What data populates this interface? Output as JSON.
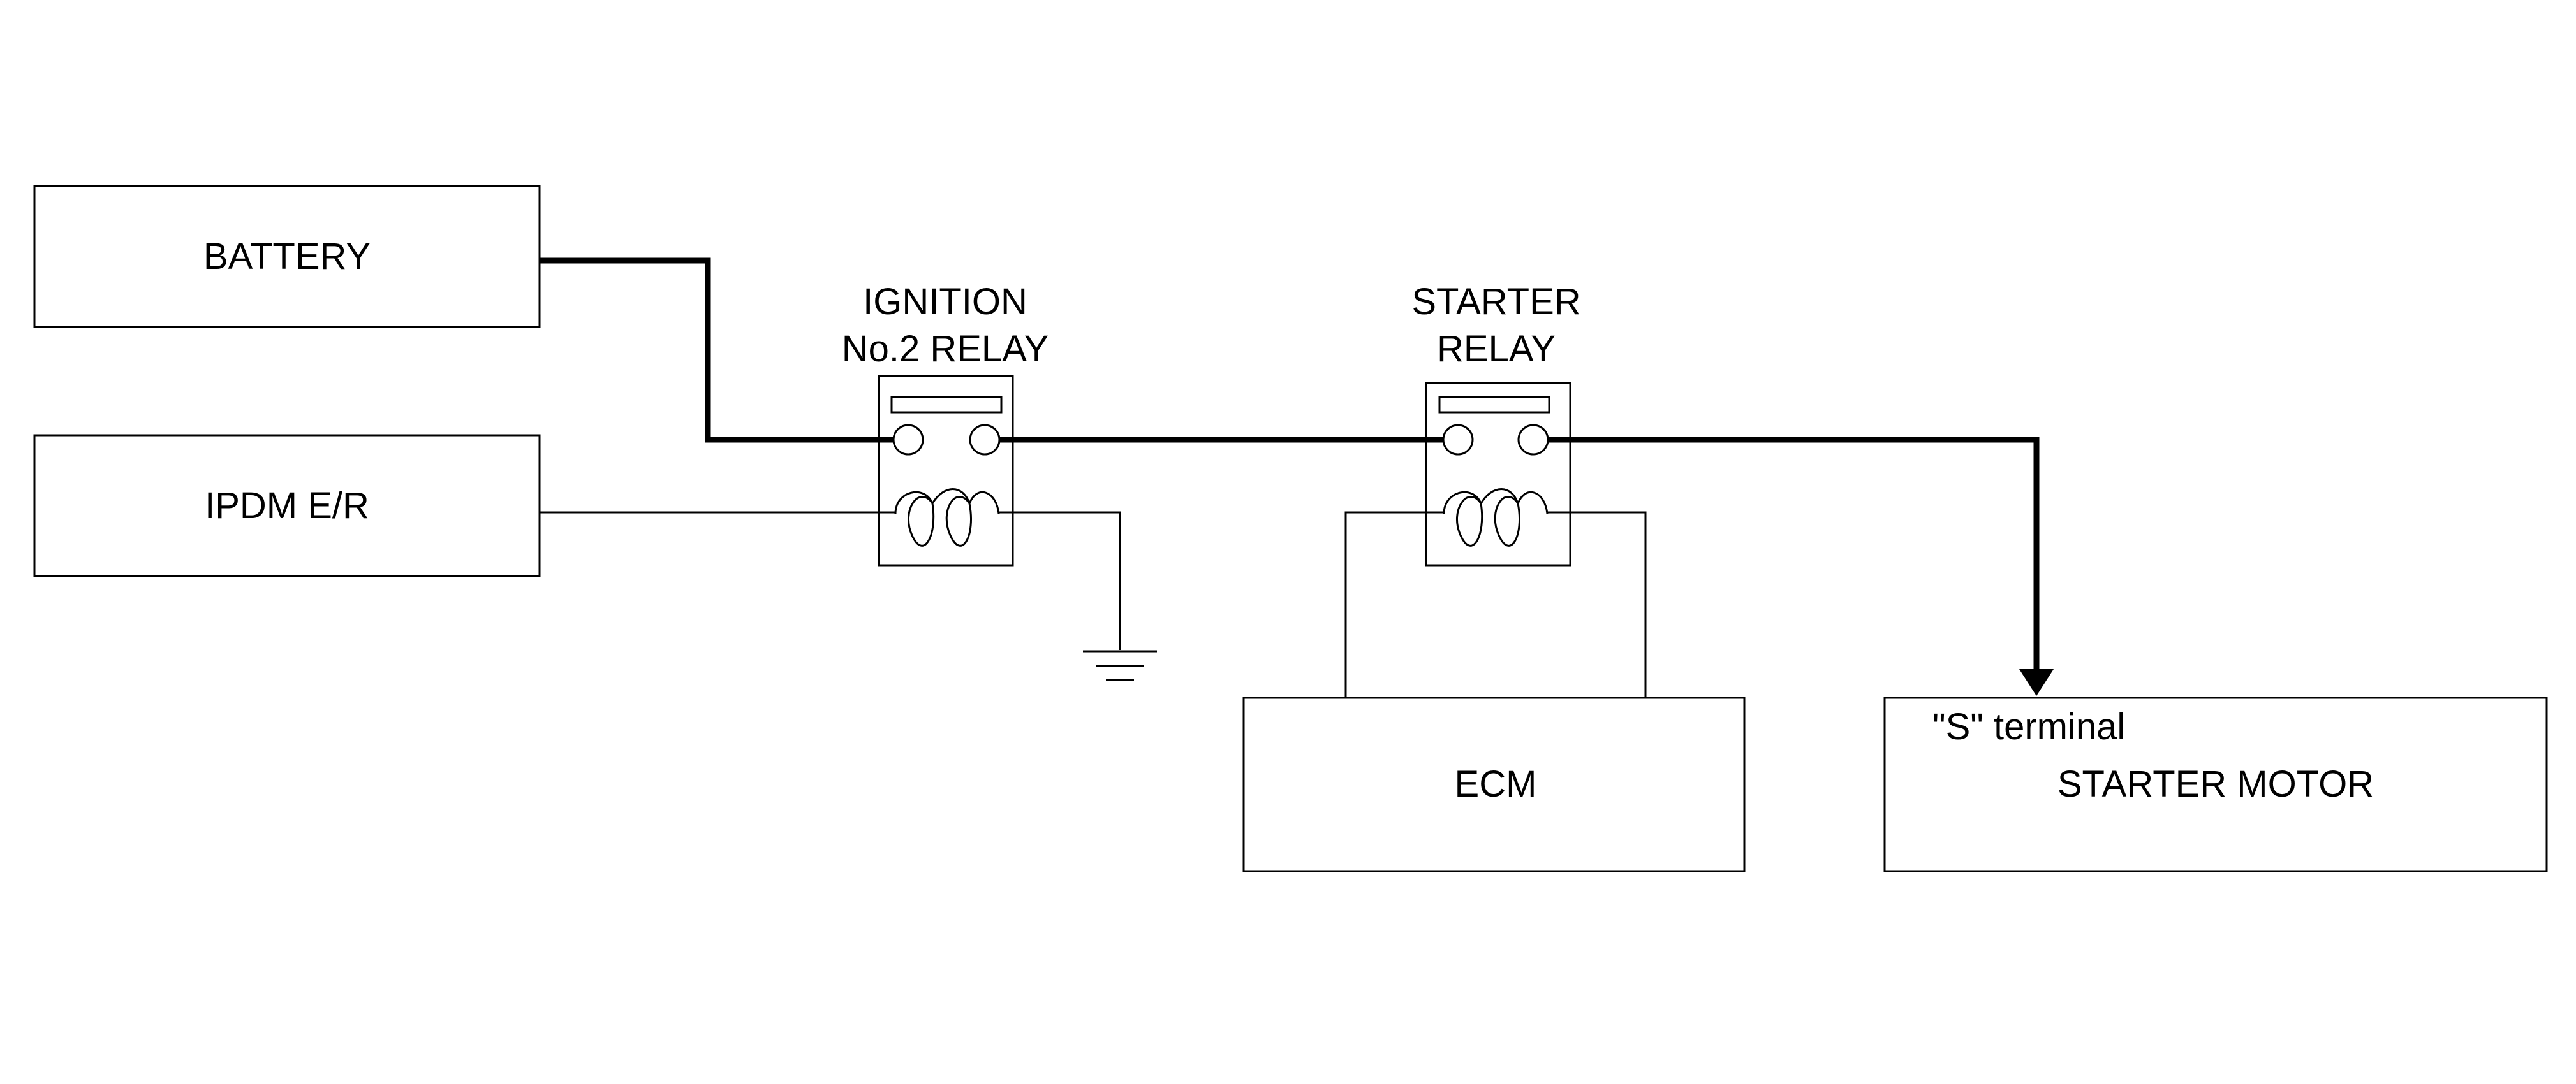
{
  "components": {
    "battery": {
      "label": "BATTERY"
    },
    "ipdm": {
      "label": "IPDM E/R"
    },
    "ignition_relay": {
      "label_line1": "IGNITION",
      "label_line2": "No.2 RELAY"
    },
    "starter_relay": {
      "label_line1": "STARTER",
      "label_line2": "RELAY"
    },
    "ecm": {
      "label": "ECM"
    },
    "starter_motor": {
      "label": "STARTER MOTOR",
      "terminal_label": "\"S\" terminal"
    }
  },
  "colors": {
    "line": "#000000",
    "background": "#ffffff"
  }
}
